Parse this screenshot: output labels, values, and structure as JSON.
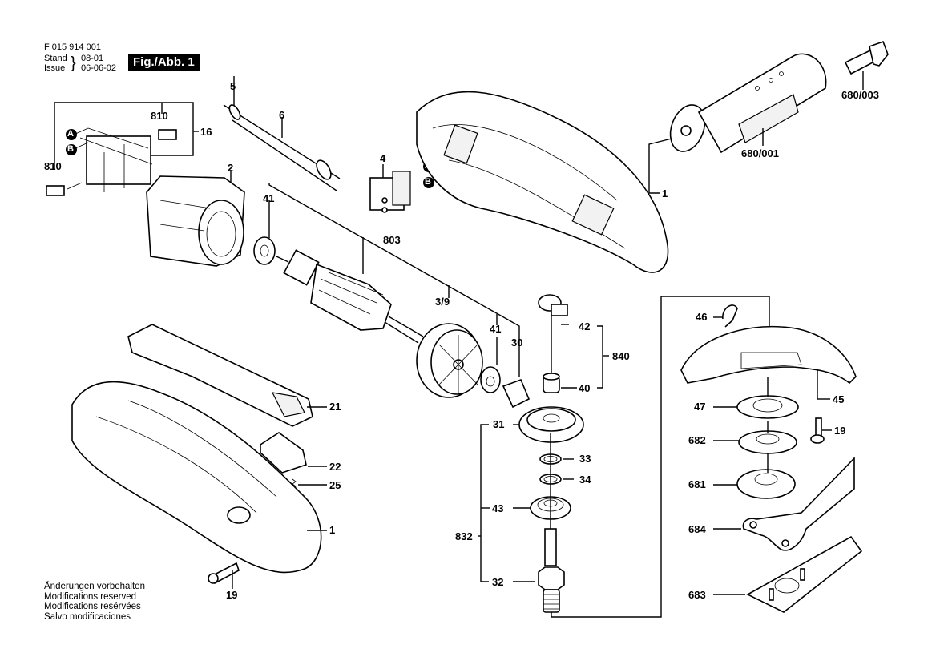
{
  "header": {
    "doc_number": "F 015 914 001",
    "stand_label": "Stand",
    "issue_label": "Issue",
    "stand_value_struck": "08-01",
    "issue_value": "06-06-02",
    "figure_label": "Fig./Abb. 1"
  },
  "footer": {
    "lines": [
      "Änderungen vorbehalten",
      "Modifications reserved",
      "Modifications resérvées",
      "Salvo modificaciones"
    ]
  },
  "connectors": {
    "a": "A",
    "b": "B"
  },
  "parts": {
    "p810a": "810",
    "p810b": "810",
    "p16": "16",
    "p5": "5",
    "p6": "6",
    "p4": "4",
    "p2": "2",
    "p41a": "41",
    "p803": "803",
    "p39": "3/9",
    "p41b": "41",
    "p30": "30",
    "p1a": "1",
    "p680_001": "680/001",
    "p680_003": "680/003",
    "p42": "42",
    "p840": "840",
    "p40": "40",
    "p31": "31",
    "p33": "33",
    "p34": "34",
    "p43": "43",
    "p832": "832",
    "p32": "32",
    "p21": "21",
    "p22": "22",
    "p25": "25",
    "p1b": "1",
    "p19a": "19",
    "p46": "46",
    "p45": "45",
    "p47": "47",
    "p19b": "19",
    "p682": "682",
    "p681": "681",
    "p684": "684",
    "p683": "683"
  }
}
